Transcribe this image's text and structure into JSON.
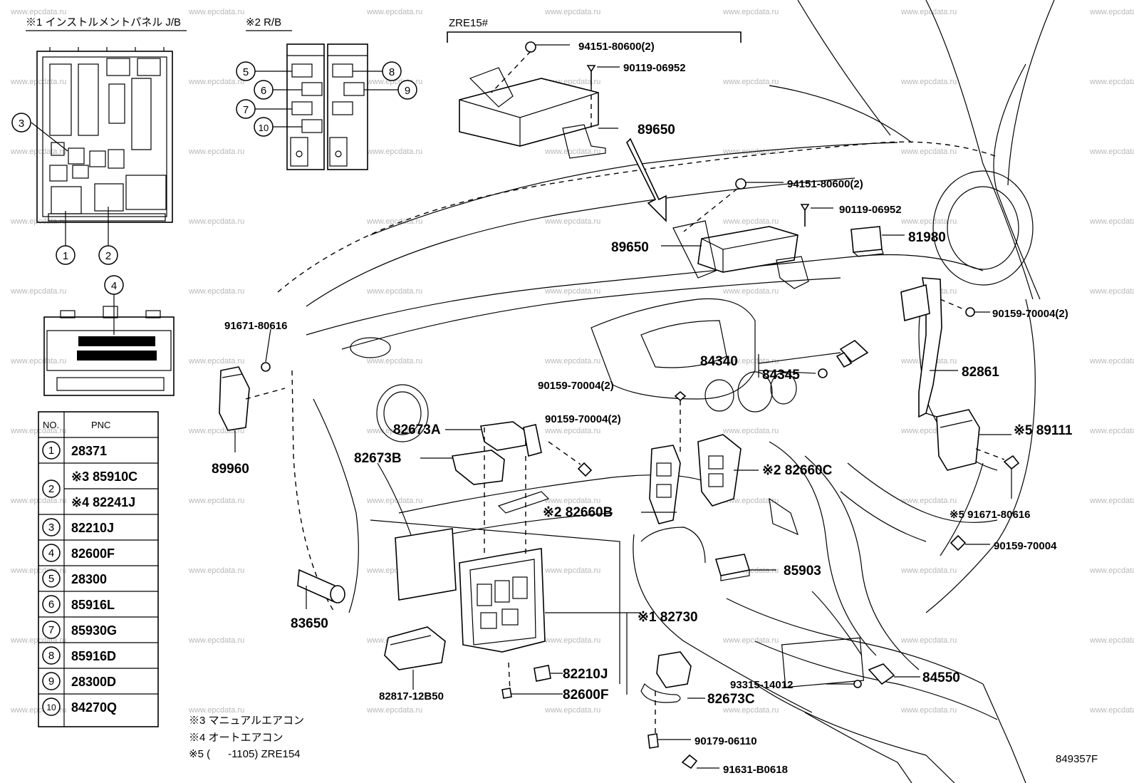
{
  "watermark": "www.epcdata.ru",
  "drawing_number": "849357F",
  "headers": {
    "jb": "※1 インストルメントパネル J/B",
    "rb": "※2 R/B",
    "zre": "ZRE15#"
  },
  "insets": {
    "rb_numbers": [
      "5",
      "6",
      "7",
      "10",
      "8",
      "9"
    ],
    "jb_numbers": [
      "1",
      "2",
      "3",
      "4"
    ]
  },
  "table": {
    "col_no": "NO.",
    "col_pnc": "PNC",
    "rows": [
      {
        "no": "1",
        "pnc": "28371"
      },
      {
        "no": "2",
        "pnc": "※3 85910C"
      },
      {
        "no": "",
        "pnc": "※4 82241J"
      },
      {
        "no": "3",
        "pnc": "82210J"
      },
      {
        "no": "4",
        "pnc": "82600F"
      },
      {
        "no": "5",
        "pnc": "28300"
      },
      {
        "no": "6",
        "pnc": "85916L"
      },
      {
        "no": "7",
        "pnc": "85930G"
      },
      {
        "no": "8",
        "pnc": "85916D"
      },
      {
        "no": "9",
        "pnc": "28300D"
      },
      {
        "no": "10",
        "pnc": "84270Q"
      }
    ]
  },
  "notes": [
    "※3 マニュアルエアコン",
    "※4 オートエアコン",
    "※5 (      -1105) ZRE154"
  ],
  "labels": [
    {
      "id": "p94151a",
      "text": "94151-80600(2)"
    },
    {
      "id": "p90119a",
      "text": "90119-06952"
    },
    {
      "id": "p89650a",
      "text": "89650"
    },
    {
      "id": "p94151b",
      "text": "94151-80600(2)"
    },
    {
      "id": "p90119b",
      "text": "90119-06952"
    },
    {
      "id": "p89650b",
      "text": "89650"
    },
    {
      "id": "p81980",
      "text": "81980"
    },
    {
      "id": "p90159a",
      "text": "90159-70004(2)"
    },
    {
      "id": "p91671a",
      "text": "91671-80616"
    },
    {
      "id": "p84340",
      "text": "84340"
    },
    {
      "id": "p84345",
      "text": "84345"
    },
    {
      "id": "p82861",
      "text": "82861"
    },
    {
      "id": "p90159b",
      "text": "90159-70004(2)"
    },
    {
      "id": "p90159c",
      "text": "90159-70004(2)"
    },
    {
      "id": "p82673a",
      "text": "82673A"
    },
    {
      "id": "p82673b",
      "text": "82673B"
    },
    {
      "id": "p89960",
      "text": "89960"
    },
    {
      "id": "p89111",
      "text": "※5 89111"
    },
    {
      "id": "p82660c",
      "text": "※2 82660C"
    },
    {
      "id": "p82660b",
      "text": "※2 82660B"
    },
    {
      "id": "p91671b",
      "text": "※5 91671-80616"
    },
    {
      "id": "p90159d",
      "text": "90159-70004"
    },
    {
      "id": "p85903",
      "text": "85903"
    },
    {
      "id": "p82730",
      "text": "※1 82730"
    },
    {
      "id": "p83650",
      "text": "83650"
    },
    {
      "id": "p82210j",
      "text": "82210J"
    },
    {
      "id": "p82600f",
      "text": "82600F"
    },
    {
      "id": "p8281712b50",
      "text": "82817-12B50"
    },
    {
      "id": "p93315",
      "text": "93315-14012"
    },
    {
      "id": "p84550",
      "text": "84550"
    },
    {
      "id": "p82673c",
      "text": "82673C"
    },
    {
      "id": "p90179",
      "text": "90179-06110"
    },
    {
      "id": "p91631",
      "text": "91631-B0618"
    }
  ]
}
